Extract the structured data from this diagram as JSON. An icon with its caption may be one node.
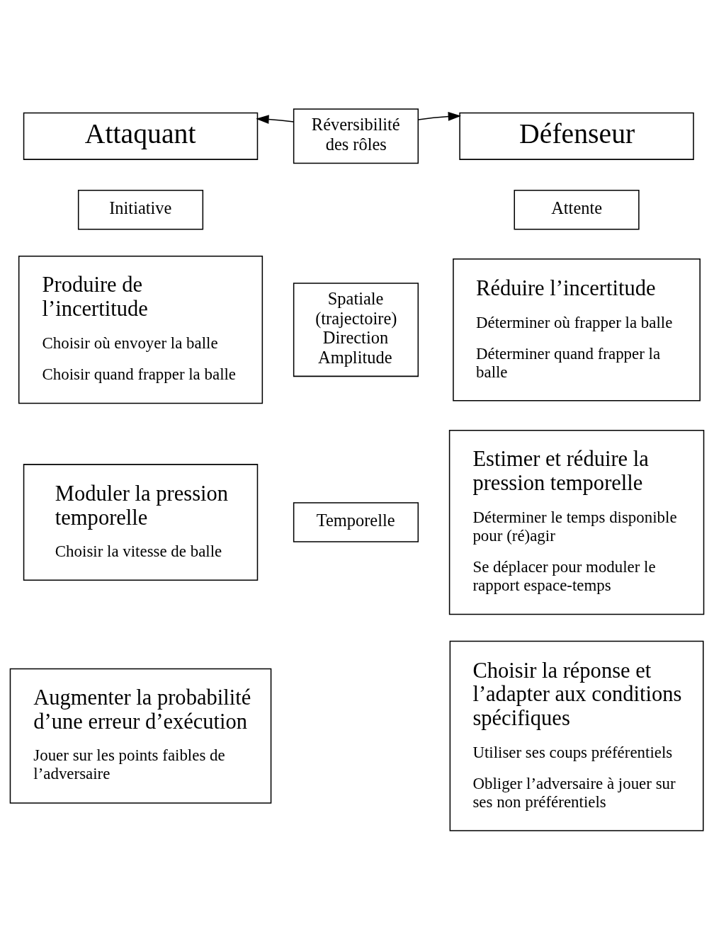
{
  "diagram": {
    "nodes": [
      {
        "text": [
          "Attaquant"
        ]
      },
      {
        "text": [
          "Réversibilité des rôles"
        ]
      },
      {
        "text": [
          "Défenseur"
        ]
      },
      {
        "text": [
          "Initiative"
        ]
      },
      {
        "text": [
          "Attente"
        ]
      },
      {
        "text": [
          "Produire de l’incertitude",
          "Choisir où envoyer la balle",
          "Choisir quand frapper la balle"
        ]
      },
      {
        "text": [
          "Spatiale (trajectoire) Direction Amplitude"
        ]
      },
      {
        "text": [
          "Réduire l’incertitude",
          "Déterminer où frapper la balle",
          "Déterminer quand frapper la balle"
        ]
      },
      {
        "text": [
          "Temporelle"
        ]
      },
      {
        "text": [
          "Moduler la pression temporelle",
          "Choisir la vitesse de balle"
        ]
      },
      {
        "text": [
          "Estimer et réduire la pression temporelle",
          "Déterminer le temps disponible pour (ré)agir",
          "Se déplacer pour moduler le rapport espace-temps"
        ]
      },
      {
        "text": [
          "Augmenter la probabilité d’une erreur d’exécution",
          "Jouer sur les points faibles de l’adversaire"
        ]
      },
      {
        "text": [
          "Choisir la réponse et l’adapter aux conditions spécifiques",
          "Utiliser ses coups préférentiels",
          "Obliger l’adversaire à jouer sur ses non préférentiels"
        ]
      }
    ],
    "edges": [
      {
        "from": 1,
        "to": 0,
        "arrow": "to"
      },
      {
        "from": 1,
        "to": 2,
        "arrow": "to"
      }
    ]
  }
}
